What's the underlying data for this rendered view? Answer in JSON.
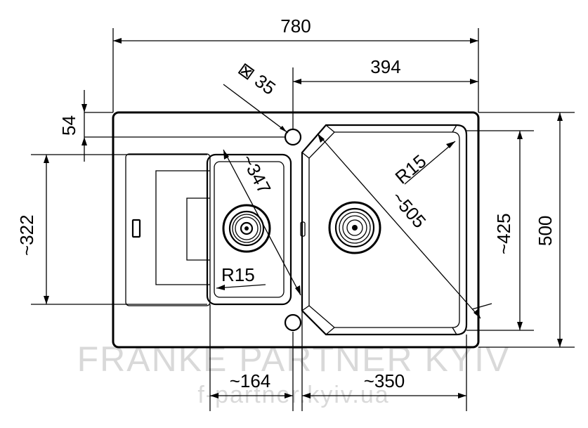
{
  "dimensions": {
    "overall_width": "780",
    "right_section_width": "394",
    "tap_hole": "⊠ 35",
    "top_offset": "54",
    "small_bowl_depth": "~322",
    "small_bowl_diagonal": "~347",
    "small_bowl_radius": "R15",
    "large_bowl_radius": "R15",
    "large_bowl_diagonal": "~505",
    "large_bowl_depth": "~425",
    "overall_depth": "500",
    "small_bowl_width": "~164",
    "large_bowl_width": "~350"
  },
  "watermark": {
    "line1": "FRANKE PARTNER KYIV",
    "line2": "f-partner.kyiv.ua"
  }
}
